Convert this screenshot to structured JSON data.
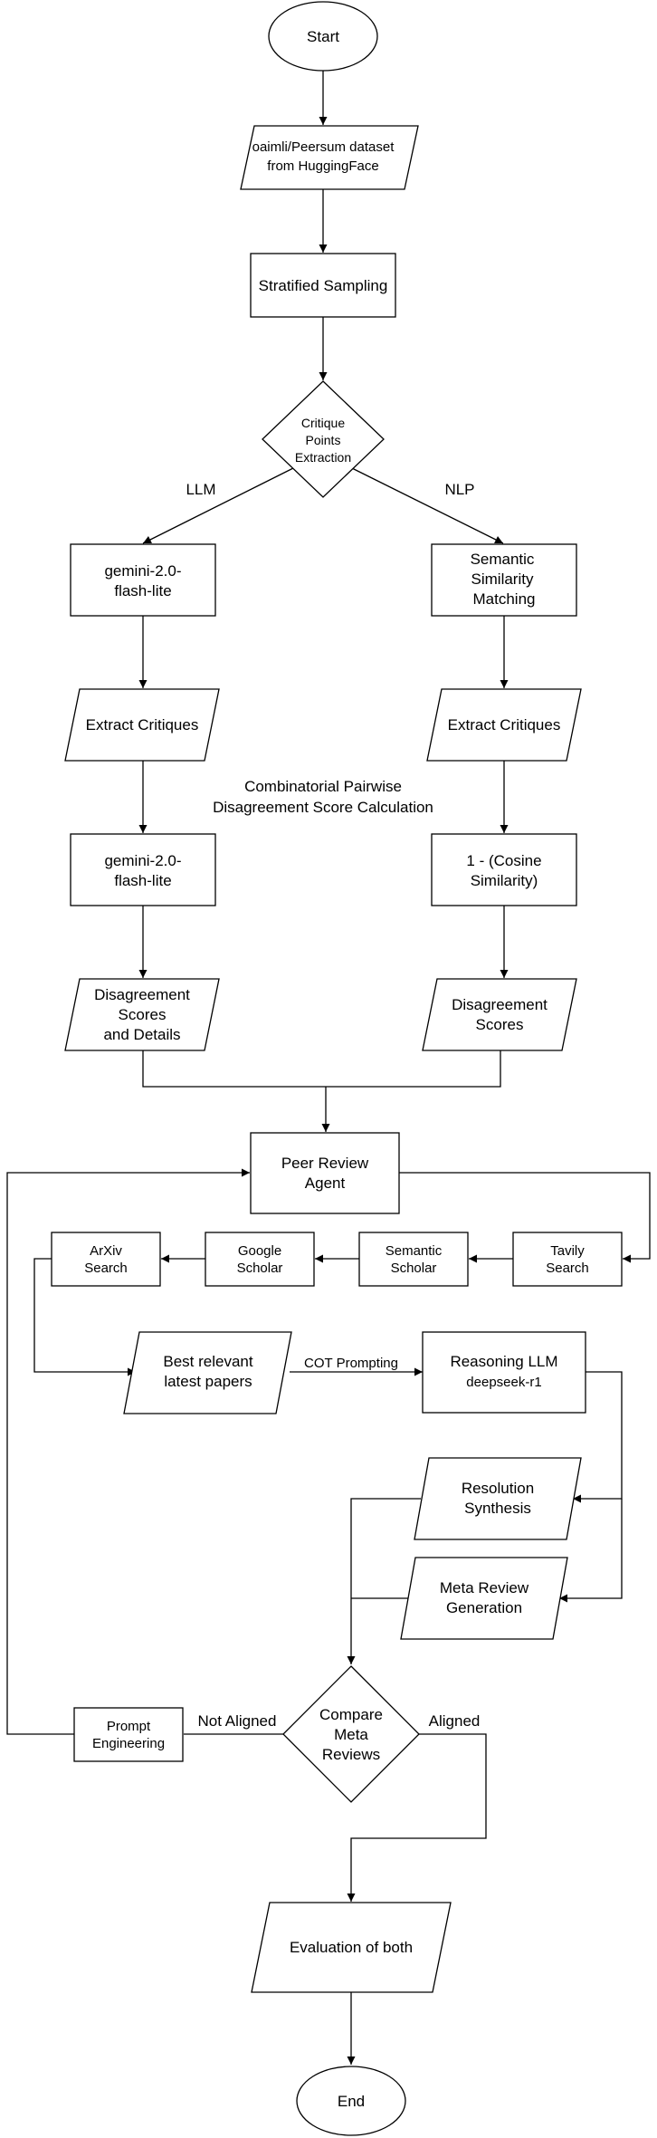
{
  "diagram": {
    "nodes": {
      "start": "Start",
      "dataset": [
        "oaimli/Peersum dataset",
        "from HuggingFace"
      ],
      "sampling": "Stratified Sampling",
      "extraction": [
        "Critique",
        "Points",
        "Extraction"
      ],
      "gemini_1": [
        "gemini-2.0-",
        "flash-lite"
      ],
      "semantic_matching": [
        "Semantic",
        "Similarity",
        "Matching"
      ],
      "extract_left": "Extract Critiques",
      "extract_right": "Extract Critiques",
      "gemini_2": [
        "gemini-2.0-",
        "flash-lite"
      ],
      "cosine": [
        "1 - (Cosine",
        "Similarity)"
      ],
      "scores_left": [
        "Disagreement",
        "Scores",
        "and Details"
      ],
      "scores_right": [
        "Disagreement",
        "Scores"
      ],
      "agent": [
        "Peer Review",
        "Agent"
      ],
      "tavily": [
        "Tavily",
        "Search"
      ],
      "semantic_scholar": [
        "Semantic",
        "Scholar"
      ],
      "google_scholar": [
        "Google",
        "Scholar"
      ],
      "arxiv": [
        "ArXiv",
        "Search"
      ],
      "papers": [
        "Best relevant",
        "latest papers"
      ],
      "reasoning": [
        "Reasoning LLM",
        "deepseek-r1"
      ],
      "resolution": [
        "Resolution",
        "Synthesis"
      ],
      "meta_review": [
        "Meta Review",
        "Generation"
      ],
      "compare": [
        "Compare",
        "Meta",
        "Reviews"
      ],
      "prompt_eng": [
        "Prompt",
        "Engineering"
      ],
      "evaluation": "Evaluation of both",
      "end": "End"
    },
    "labels": {
      "llm": "LLM",
      "nlp": "NLP",
      "pairwise": [
        "Combinatorial Pairwise",
        "Disagreement Score Calculation"
      ],
      "cot": "COT Prompting",
      "not_aligned": "Not Aligned",
      "aligned": "Aligned"
    }
  }
}
